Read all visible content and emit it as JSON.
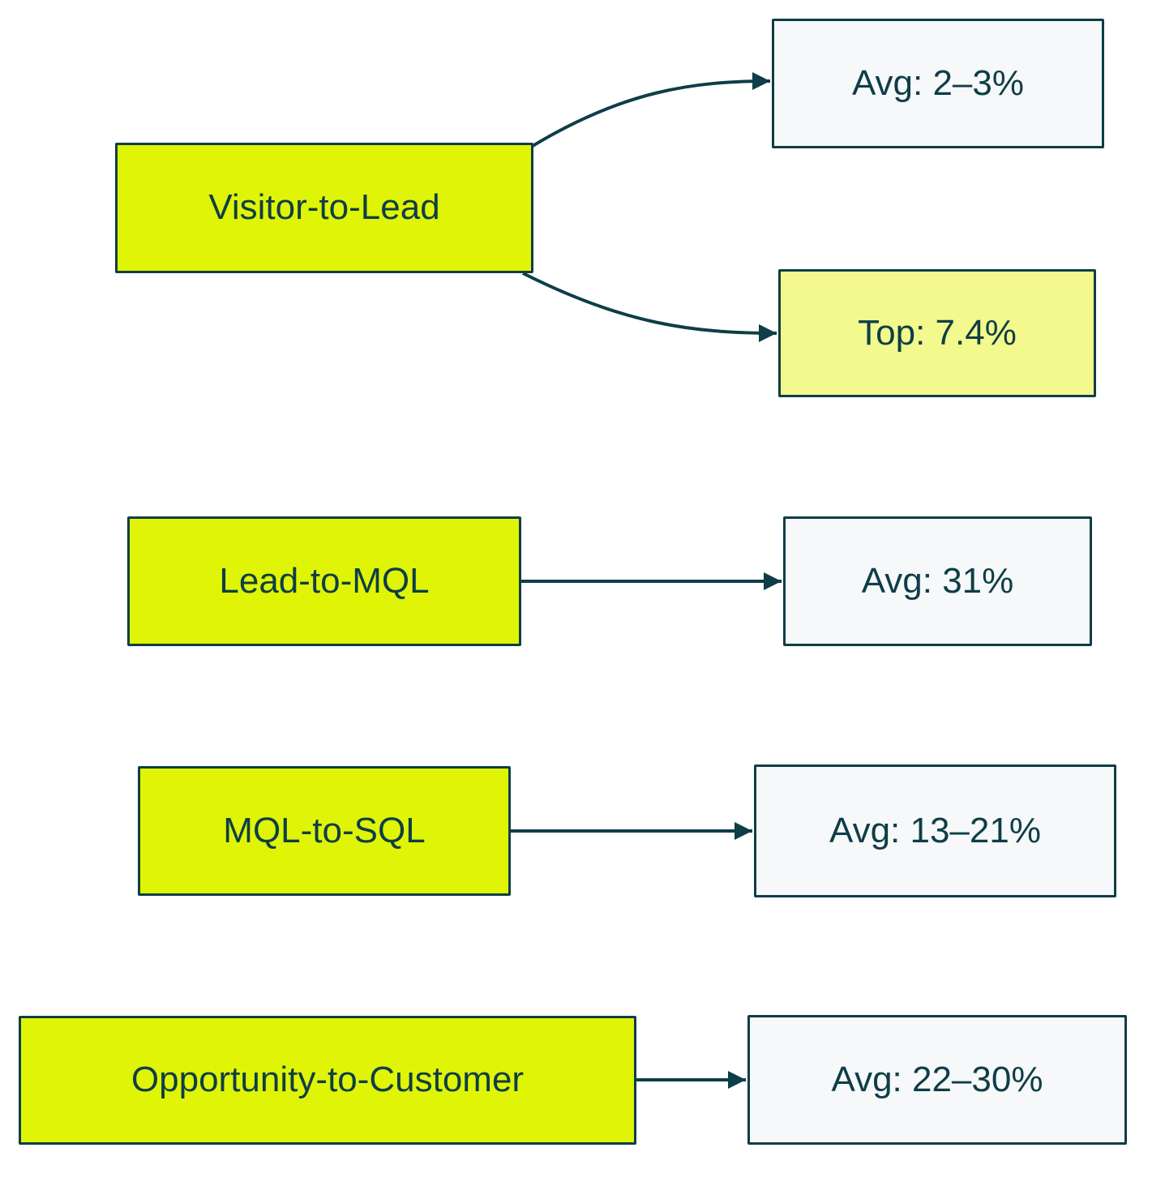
{
  "colors": {
    "ink": "#0e3e47",
    "bright_yellow": "#e0f505",
    "soft_yellow": "#f3f98c",
    "light_gray": "#f6f8f9",
    "background": "#ffffff"
  },
  "nodes": {
    "visitor_to_lead": {
      "label": "Visitor-to-Lead"
    },
    "visitor_avg": {
      "label": "Avg: 2–3%"
    },
    "visitor_top": {
      "label": "Top: 7.4%"
    },
    "lead_to_mql": {
      "label": "Lead-to-MQL"
    },
    "lead_avg": {
      "label": "Avg: 31%"
    },
    "mql_to_sql": {
      "label": "MQL-to-SQL"
    },
    "mql_avg": {
      "label": "Avg: 13–21%"
    },
    "opportunity_to_customer": {
      "label": "Opportunity-to-Customer"
    },
    "opportunity_avg": {
      "label": "Avg: 22–30%"
    }
  },
  "edges": [
    {
      "from": "visitor_to_lead",
      "to": "visitor_avg"
    },
    {
      "from": "visitor_to_lead",
      "to": "visitor_top"
    },
    {
      "from": "lead_to_mql",
      "to": "lead_avg"
    },
    {
      "from": "mql_to_sql",
      "to": "mql_avg"
    },
    {
      "from": "opportunity_to_customer",
      "to": "opportunity_avg"
    }
  ]
}
